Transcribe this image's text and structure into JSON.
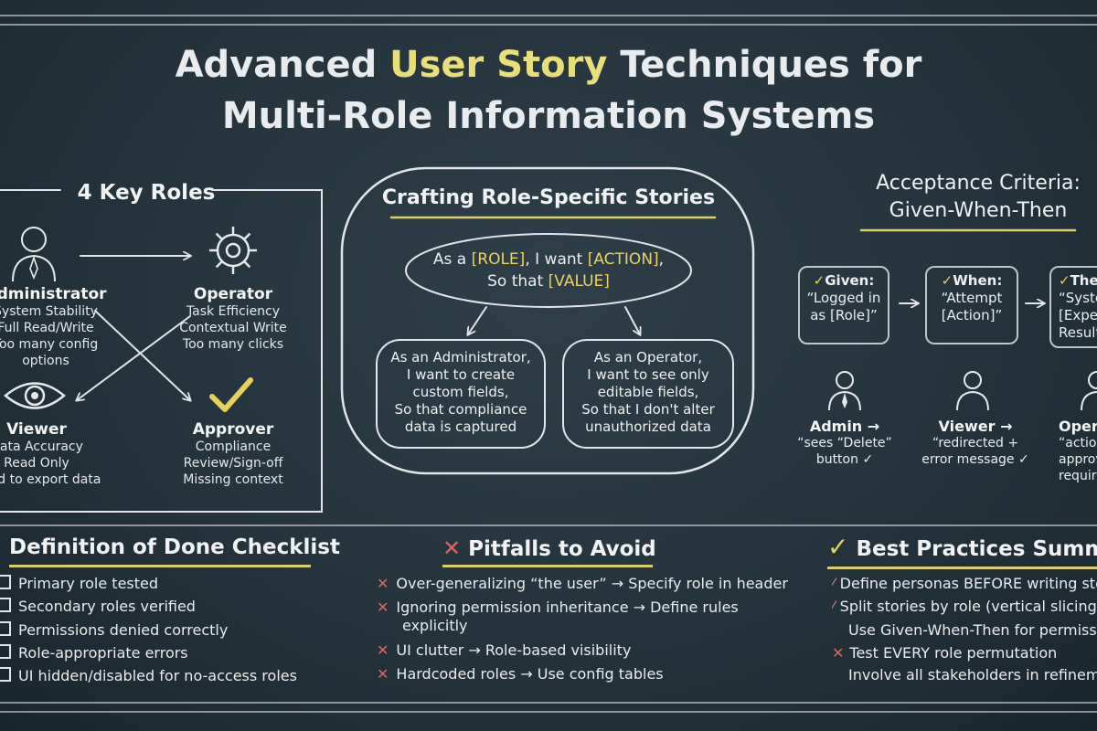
{
  "title": {
    "line1_part1": "Advanced ",
    "line1_highlight": "User Story",
    "line1_part2": " Techniques for",
    "line2": "Multi-Role Information Systems"
  },
  "roles_section": {
    "heading": "4 Key Roles",
    "roles": [
      {
        "name": "Administrator",
        "lines": [
          "System Stability",
          "Full Read/Write",
          "Too many config options"
        ]
      },
      {
        "name": "Operator",
        "lines": [
          "Task Efficiency",
          "Contextual Write",
          "Too many clicks"
        ]
      },
      {
        "name": "Viewer",
        "lines": [
          "Data Accuracy",
          "Read Only",
          "Need to export data"
        ]
      },
      {
        "name": "Approver",
        "lines": [
          "Compliance",
          "Review/Sign-off",
          "Missing context"
        ]
      }
    ]
  },
  "stories_section": {
    "heading": "Crafting Role-Specific Stories",
    "template": {
      "as_a": "As a ",
      "role": "[ROLE]",
      "i_want": ", I want ",
      "action": "[ACTION]",
      "comma": ",",
      "so_that": "So that ",
      "value": "[VALUE]"
    },
    "examples": [
      {
        "lines": [
          "As an Administrator,",
          "I want to create",
          "custom fields,",
          "So that compliance",
          "data is captured"
        ]
      },
      {
        "lines": [
          "As an Operator,",
          "I want to see only",
          "editable fields,",
          "So that I don't alter",
          "unauthorized data"
        ]
      }
    ]
  },
  "acceptance_section": {
    "heading_line1": "Acceptance Criteria:",
    "heading_line2": "Given-When-Then",
    "steps": [
      {
        "check": "✓",
        "label": "Given:",
        "lines": [
          "“Logged in",
          "as [Role]”"
        ]
      },
      {
        "check": "✓",
        "label": "When:",
        "lines": [
          "“Attempt",
          "[Action]”"
        ]
      },
      {
        "check": "✓",
        "label": "Then:",
        "lines": [
          "“System",
          "[Expected",
          "Result]”"
        ]
      }
    ],
    "examples": [
      {
        "role": "Admin →",
        "lines": [
          "“sees “Delete”",
          "button ✓"
        ]
      },
      {
        "role": "Viewer →",
        "lines": [
          "“redirected +",
          "error message ✓"
        ]
      },
      {
        "role": "Operator →",
        "lines": [
          "“action",
          "approval",
          "required”"
        ]
      }
    ]
  },
  "dod_section": {
    "heading": "Definition of Done Checklist",
    "items": [
      "Primary role tested",
      "Secondary roles verified",
      "Permissions denied correctly",
      "Role-appropriate errors",
      "UI hidden/disabled for no-access roles"
    ]
  },
  "pitfalls_section": {
    "icon": "✕",
    "heading": "Pitfalls to Avoid",
    "items": [
      {
        "lines": [
          "Over-generalizing “the user” → Specify role in header"
        ]
      },
      {
        "lines": [
          "Ignoring permission inheritance → Define rules",
          "explicitly"
        ]
      },
      {
        "lines": [
          "UI clutter → Role-based visibility"
        ]
      },
      {
        "lines": [
          "Hardcoded roles → Use config tables"
        ]
      }
    ]
  },
  "best_section": {
    "icon": "✓",
    "heading": "Best Practices Summary",
    "items": [
      "Define personas BEFORE writing stories",
      "Split stories by role (vertical slicing)",
      "Use Given-When-Then for permissions",
      "Test EVERY role permutation",
      "Involve all stakeholders in refinement"
    ]
  },
  "colors": {
    "board": "#2a3942",
    "chalk": "#eceff0",
    "highlight": "#e9df7a",
    "accent_yellow": "#ecd35d",
    "pitfall_red": "#e0655e"
  }
}
